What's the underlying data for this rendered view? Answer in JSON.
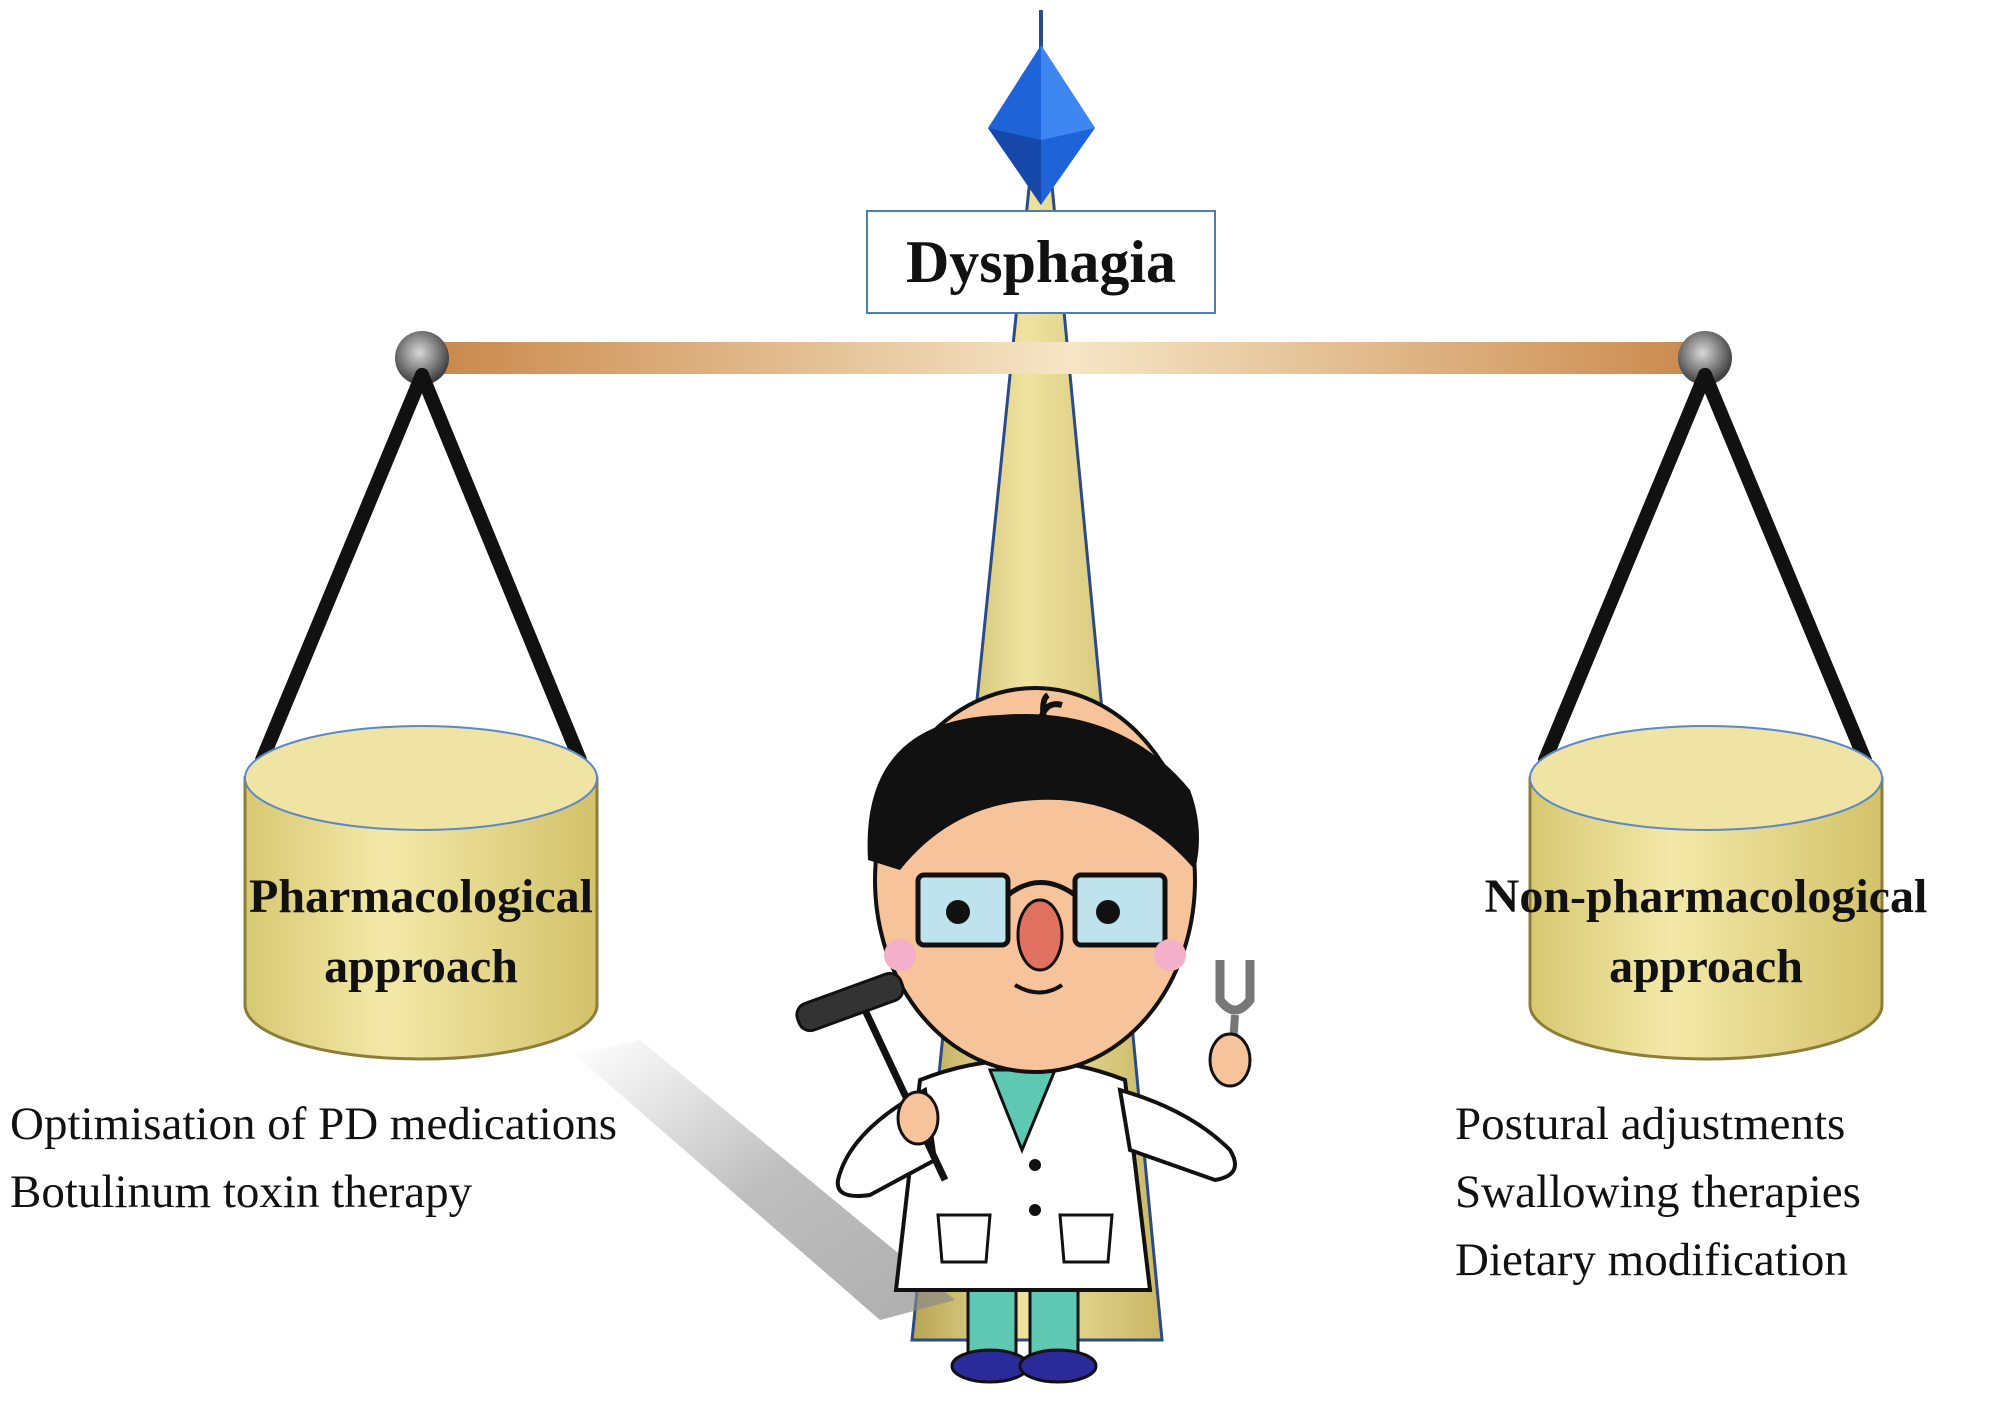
{
  "title": "Dysphagia",
  "left": {
    "label_line1": "Pharmacological",
    "label_line2": "approach",
    "items": [
      "Optimisation of PD medications",
      "Botulinum toxin therapy"
    ]
  },
  "right": {
    "label_line1": "Non-pharmacological",
    "label_line2": "approach",
    "items": [
      "Postural adjustments",
      "Swallowing therapies",
      "Dietary modification"
    ]
  },
  "colors": {
    "pillar": "#d9c877",
    "bucket": "#e8da8a",
    "diamond": "#1e64d8",
    "beam": "#d8965a",
    "title_border": "#4a7fb5"
  },
  "icons": [
    "diamond-icon",
    "doctor-icon",
    "reflex-hammer-icon",
    "tuning-fork-icon"
  ]
}
